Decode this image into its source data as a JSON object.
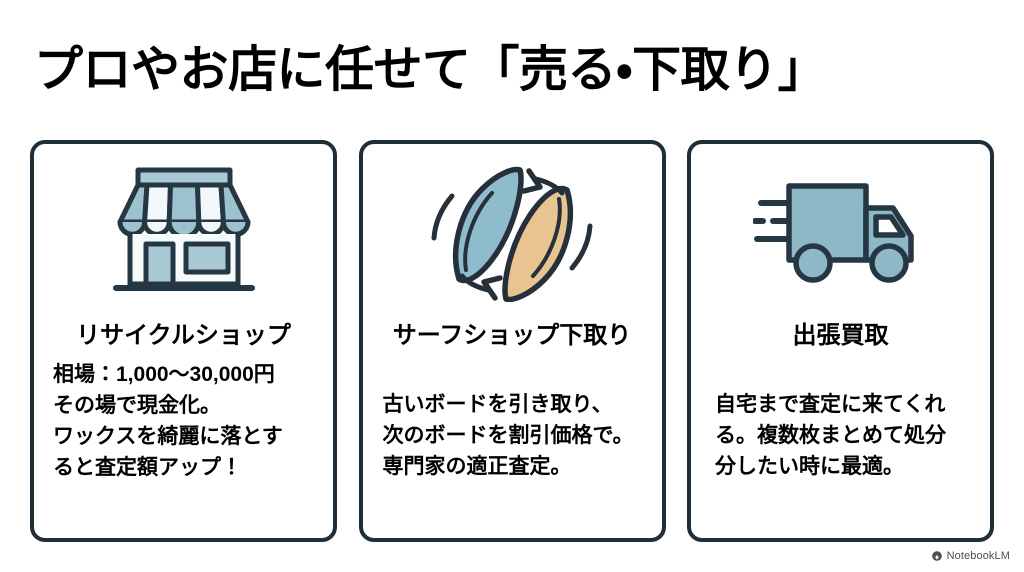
{
  "slide": {
    "title": "プロやお店に任せて「売る・下取り」",
    "background_color": "#ffffff",
    "text_color": "#000000"
  },
  "theme": {
    "outline": "#1f2e37",
    "accent_blue": "#8fb9c8",
    "accent_blue_light": "#a9c9d4",
    "accent_tan": "#e8c491",
    "card_border": "#1f2e37",
    "card_background": "#ffffff",
    "watermark_color": "#4f4f4f"
  },
  "cards": [
    {
      "id": "recycle-shop",
      "icon": "storefront-icon",
      "heading": "リサイクルショップ",
      "body": "相場：1,000〜30,000円\nその場で現金化。\nワックスを綺麗に落とす\nると査定額アップ！",
      "body_lines": [
        "相場：1,000〜30,000円",
        "その場で現金化。",
        "ワックスを綺麗に落とす",
        "ると査定額アップ！"
      ]
    },
    {
      "id": "surf-shop-tradein",
      "icon": "surfboard-exchange-icon",
      "heading": "サーフショップ下取り",
      "body": "古いボードを引き取り、\n次のボードを割引価格で。\n専門家の適正査定。",
      "body_lines": [
        "古いボードを引き取り、",
        "次のボードを割引価格で。",
        "専門家の適正査定。"
      ]
    },
    {
      "id": "onsite-purchase",
      "icon": "delivery-truck-icon",
      "heading": "出張買取",
      "body": "自宅まで査定に来てくれ\nる。複数枚まとめて処分\n分したい時に最適。",
      "body_lines": [
        "自宅まで査定に来てくれ",
        "る。複数枚まとめて処分",
        "分したい時に最適。"
      ]
    }
  ],
  "watermark": {
    "label": "NotebookLM",
    "icon": "notebooklm-logo-icon"
  }
}
